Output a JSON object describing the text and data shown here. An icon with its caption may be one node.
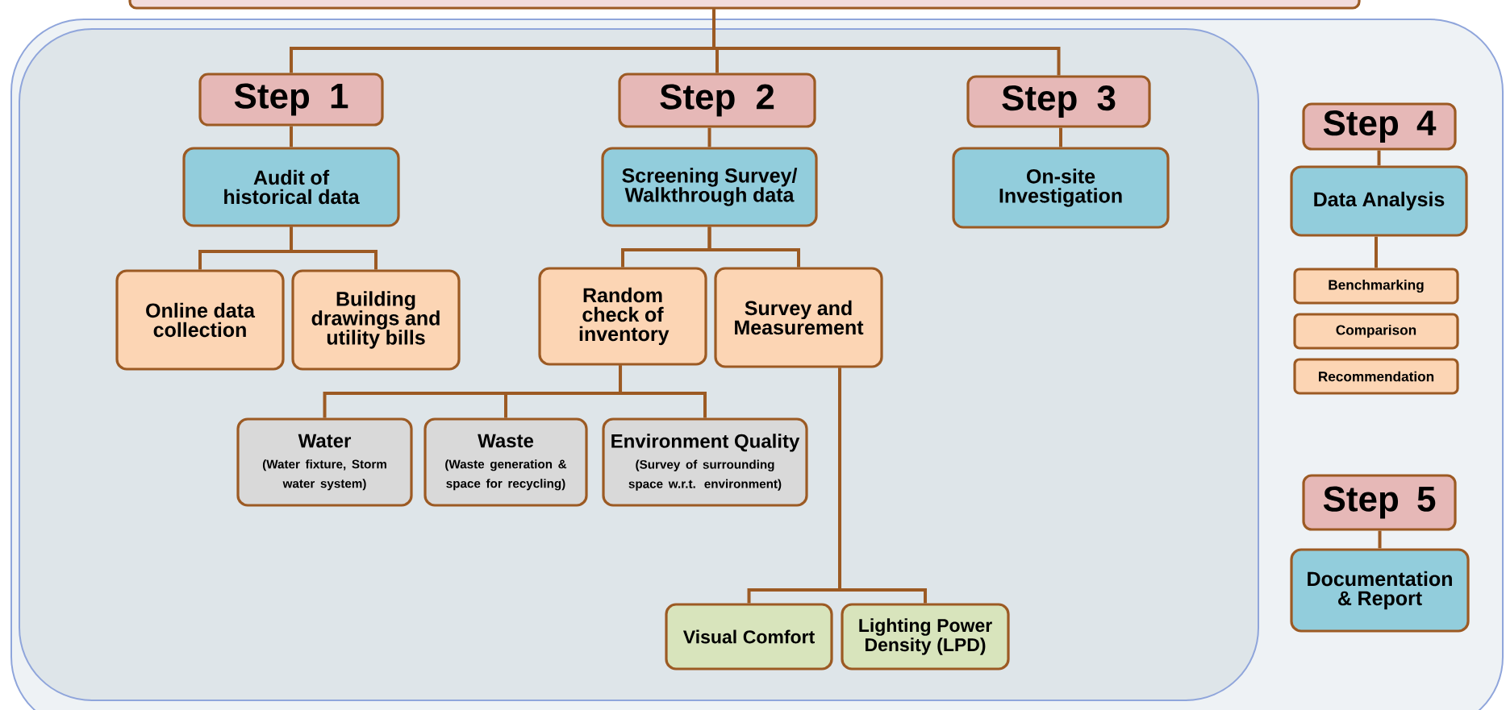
{
  "diagram": {
    "nodes": [
      {
        "text": [],
        "shape": "box"
      },
      {
        "text": [
          "Step 1"
        ]
      },
      {
        "text": [
          "Audit of historical data"
        ]
      },
      {
        "text": [
          "Online data collection"
        ]
      },
      {
        "text": [
          "Building drawings and utility bills"
        ]
      },
      {
        "text": [
          "Step 2"
        ]
      },
      {
        "text": [
          "Screening Survey/ Walkthrough data"
        ]
      },
      {
        "text": [
          "Random check of inventory"
        ]
      },
      {
        "text": [
          "Survey and Measurement"
        ]
      },
      {
        "text": [
          "Water",
          "(Water fixture, Storm water system)"
        ]
      },
      {
        "text": [
          "Waste",
          "(Waste generation & space for recycling)"
        ]
      },
      {
        "text": [
          "Environment Quality",
          "(Survey of surrounding space w.r.t. environment)"
        ]
      },
      {
        "text": [
          "Visual Comfort"
        ]
      },
      {
        "text": [
          "Lighting Power Density (LPD)"
        ]
      },
      {
        "text": [
          "Step 3"
        ]
      },
      {
        "text": [
          "On-site Investigation"
        ]
      },
      {
        "text": [
          "Step 4"
        ]
      },
      {
        "text": [
          "Data Analysis"
        ]
      },
      {
        "text": [
          "Benchmarking"
        ]
      },
      {
        "text": [
          "Comparison"
        ]
      },
      {
        "text": [
          "Recommendation"
        ]
      },
      {
        "text": [
          "Step 5"
        ]
      },
      {
        "text": [
          "Documentation & Report"
        ]
      }
    ],
    "edges": [
      {
        "from": 0,
        "to": 1,
        "arrow": "none"
      },
      {
        "from": 0,
        "to": 5,
        "arrow": "none"
      },
      {
        "from": 0,
        "to": 14,
        "arrow": "none"
      },
      {
        "from": 1,
        "to": 2,
        "arrow": "none"
      },
      {
        "from": 2,
        "to": 3,
        "arrow": "none"
      },
      {
        "from": 2,
        "to": 4,
        "arrow": "none"
      },
      {
        "from": 5,
        "to": 6,
        "arrow": "none"
      },
      {
        "from": 6,
        "to": 7,
        "arrow": "none"
      },
      {
        "from": 6,
        "to": 8,
        "arrow": "none"
      },
      {
        "from": 7,
        "to": 9,
        "arrow": "none"
      },
      {
        "from": 7,
        "to": 10,
        "arrow": "none"
      },
      {
        "from": 7,
        "to": 11,
        "arrow": "none"
      },
      {
        "from": 8,
        "to": 12,
        "arrow": "none"
      },
      {
        "from": 8,
        "to": 13,
        "arrow": "none"
      },
      {
        "from": 14,
        "to": 15,
        "arrow": "none"
      },
      {
        "from": 16,
        "to": 17,
        "arrow": "none"
      },
      {
        "from": 17,
        "to": 18,
        "arrow": "none"
      },
      {
        "from": 21,
        "to": 22,
        "arrow": "none"
      }
    ]
  }
}
